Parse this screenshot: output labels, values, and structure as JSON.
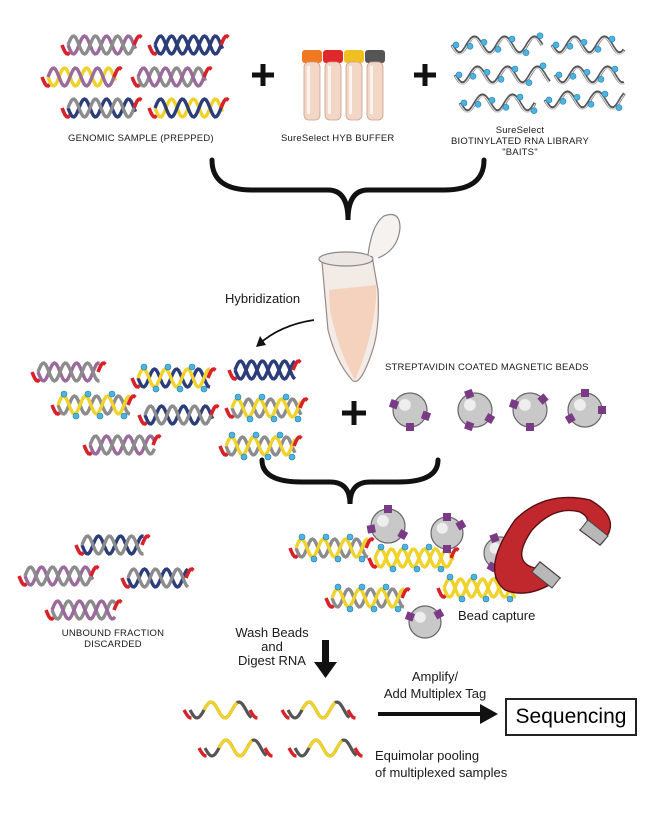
{
  "labels": {
    "genomic_sample": "GENOMIC SAMPLE (PREPPED)",
    "hyb_buffer": "SureSelect HYB BUFFER",
    "baits_line1": "SureSelect",
    "baits_line2": "BIOTINYLATED RNA LIBRARY",
    "baits_line3": "\"BAITS\"",
    "hybridization": "Hybridization",
    "streptavidin": "STREPTAVIDIN COATED MAGNETIC BEADS",
    "unbound_line1": "UNBOUND FRACTION",
    "unbound_line2": "DISCARDED",
    "bead_capture": "Bead capture",
    "wash_line1": "Wash Beads",
    "wash_line2": "and",
    "wash_line3": "Digest RNA",
    "amplify_line1": "Amplify/",
    "amplify_line2": "Add Multiplex Tag",
    "sequencing": "Sequencing",
    "pooling_line1": "Equimolar pooling",
    "pooling_line2": "of multiplexed samples"
  },
  "colors": {
    "red": "#d8222a",
    "blue": "#2c3e7a",
    "yellow": "#f0d22a",
    "purple": "#9a6a9a",
    "grey": "#8c8c8c",
    "cyan": "#4fb3e0",
    "bead": "#c8c8c8",
    "bead_tab": "#7b3a86",
    "magnet": "#c0282e"
  },
  "tube_caps": [
    "#f07820",
    "#e0282a",
    "#f0c020",
    "#555555"
  ]
}
